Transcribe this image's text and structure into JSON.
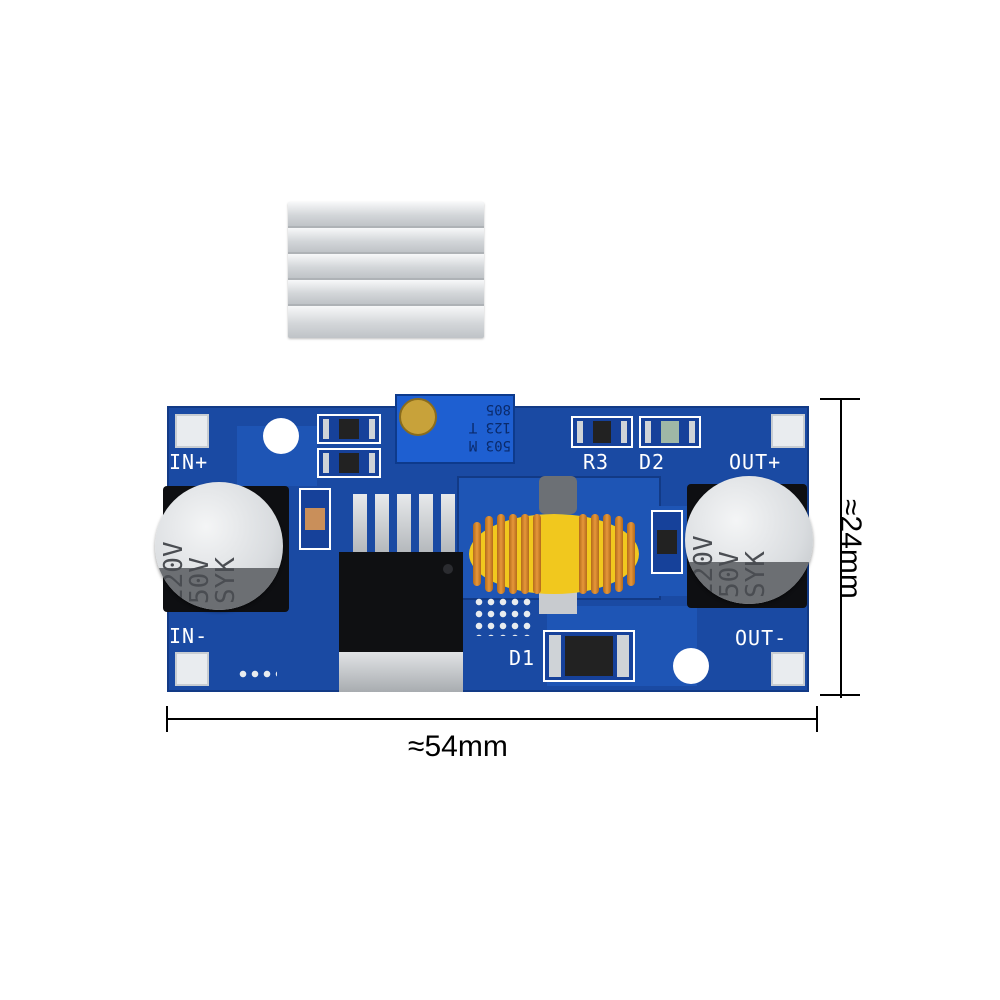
{
  "board_labels": {
    "in_plus": "IN+",
    "in_minus": "IN-",
    "out_plus": "OUT+",
    "out_minus": "OUT-",
    "r3": "R3",
    "d2": "D2",
    "d1": "D1"
  },
  "capacitor_left": {
    "line1": "220V",
    "line2": "50V",
    "line3": "SYK"
  },
  "capacitor_right": {
    "line1": "220V",
    "line2": "50V",
    "line3": "SYK"
  },
  "potentiometer": {
    "line1": "503 M",
    "line2": "123 T",
    "line3": "805"
  },
  "dimensions": {
    "width": "≈54mm",
    "height": "≈24mm"
  },
  "colors": {
    "pcb": "#1a4aa3",
    "background": "#ffffff",
    "coil": "#e6973a",
    "core": "#f1c81e"
  }
}
